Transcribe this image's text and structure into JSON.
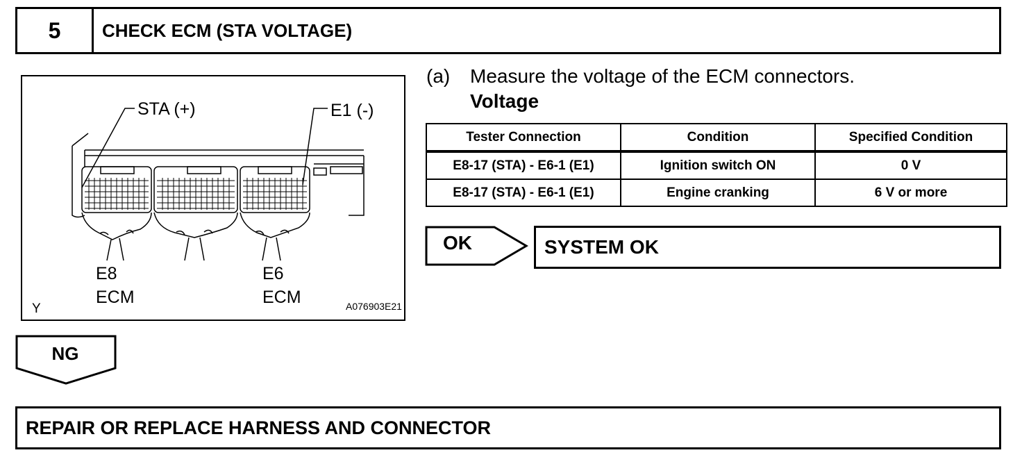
{
  "step": {
    "number": "5",
    "title": "CHECK ECM (STA VOLTAGE)"
  },
  "illustration": {
    "label_sta": "STA (+)",
    "label_e1": "E1 (-)",
    "connector_e8_name": "E8",
    "connector_e8_part": "ECM",
    "connector_e6_name": "E6",
    "connector_e6_part": "ECM",
    "corner_mark": "Y",
    "figure_code": "A076903E21"
  },
  "instruction": {
    "marker": "(a)",
    "text": "Measure the voltage of the ECM connectors.",
    "subtitle": "Voltage"
  },
  "spec_table": {
    "headers": [
      "Tester Connection",
      "Condition",
      "Specified Condition"
    ],
    "rows": [
      [
        "E8-17 (STA) - E6-1 (E1)",
        "Ignition switch ON",
        "0 V"
      ],
      [
        "E8-17 (STA) - E6-1 (E1)",
        "Engine cranking",
        "6 V or more"
      ]
    ]
  },
  "ok_branch": {
    "label": "OK",
    "result": "SYSTEM OK"
  },
  "ng_branch": {
    "label": "NG",
    "result": "REPAIR OR REPLACE HARNESS AND CONNECTOR"
  }
}
